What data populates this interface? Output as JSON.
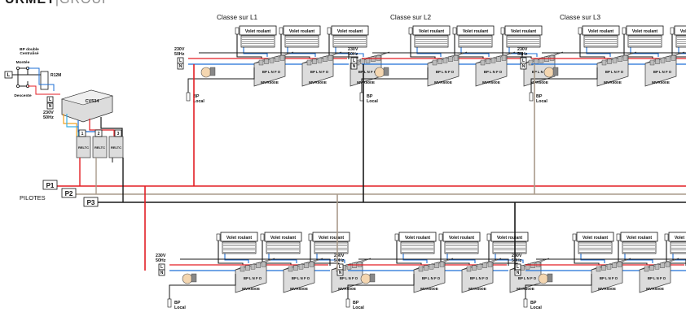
{
  "brand": {
    "name": "URMET",
    "suffix": "GROUP"
  },
  "class_labels": [
    "Classe sur L1",
    "Classe sur L2",
    "Classe sur L3"
  ],
  "volet_label": "Volet roulant",
  "module_label": "MVR500E",
  "terminal_label": "BP L N F O",
  "supply": {
    "voltage": "230V",
    "freq": "50Hz",
    "l": "L",
    "n": "N"
  },
  "bp_local": {
    "line1": "BP",
    "line2": "Local"
  },
  "central": {
    "bp_double_1": "BP double",
    "bp_double_2": "Centralisé",
    "montee": "Montée",
    "descente": "Descente",
    "relay": "R12M",
    "controller": "CV534",
    "l": "L",
    "n": "N",
    "voltage": "230V",
    "freq": "50Hz",
    "relay_module": "RELTC"
  },
  "pilots": {
    "title": "PILOTES",
    "p1": "P1",
    "p2": "P2",
    "p3": "P3"
  },
  "colors": {
    "pilot1": "#e31e24",
    "pilot2": "#a89a8a",
    "pilot3": "#1a1a1a",
    "wire_blue": "#1e6fd6",
    "wire_red": "#e31e24",
    "wire_black": "#1a1a1a",
    "wire_orange": "#f0a020",
    "wire_cyan": "#3ab0e6",
    "module_fill": "#dcdcdc"
  }
}
